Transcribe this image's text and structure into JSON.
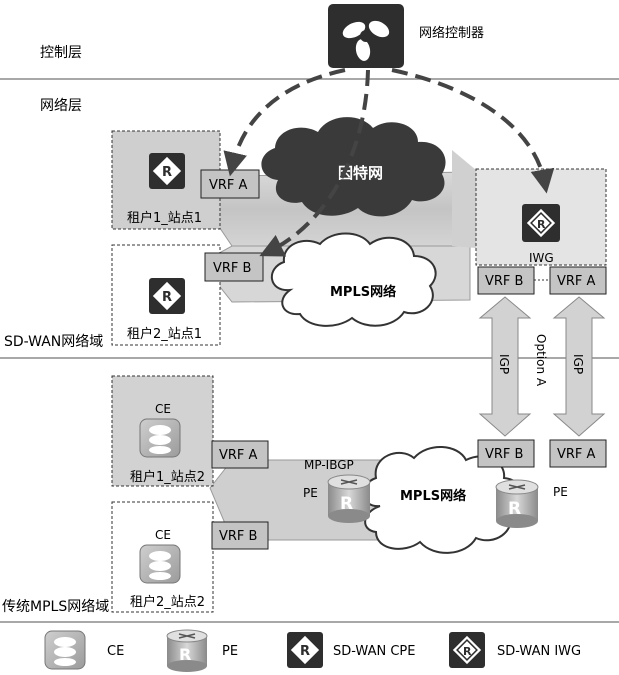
{
  "layers": {
    "control": "控制层",
    "network": "网络层",
    "sdwan_domain": "SD-WAN网络域",
    "mpls_domain": "传统MPLS网络域"
  },
  "controller_label": "网络控制器",
  "clouds": {
    "internet": "因特网",
    "mpls_upper": "MPLS网络",
    "mpls_lower": "MPLS网络"
  },
  "sites": {
    "tenant1_site1": "租户1_站点1",
    "tenant2_site1": "租户2_站点1",
    "tenant1_site2": "租户1_站点2",
    "tenant2_site2": "租户2_站点2"
  },
  "vrf": {
    "a": "VRF A",
    "b": "VRF B"
  },
  "iwg_label": "IWG",
  "ce_label": "CE",
  "pe_label": "PE",
  "mp_ibgp": "MP-IBGP",
  "igp": "IGP",
  "option_a": "Option A",
  "legend": {
    "ce": "CE",
    "pe": "PE",
    "cpe": "SD-WAN CPE",
    "iwg": "SD-WAN IWG"
  }
}
